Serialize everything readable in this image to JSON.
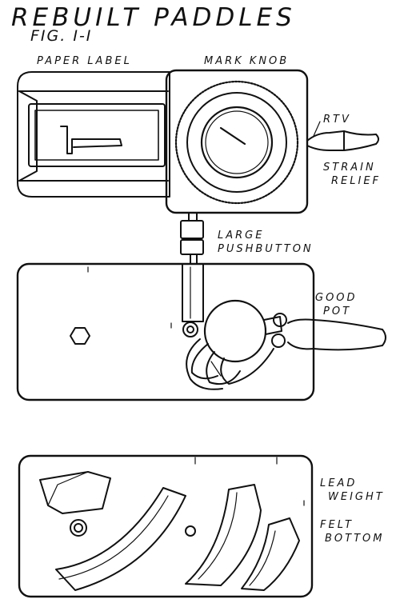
{
  "title": "REBUILT PADDLES",
  "figure": "FIG. I-I",
  "labels": {
    "paper_label": "PAPER LABEL",
    "mark_knob": "MARK KNOB",
    "rtv": "RTV",
    "strain_relief_1": "STRAIN",
    "strain_relief_2": "RELIEF",
    "large_pushbutton_1": "LARGE",
    "large_pushbutton_2": "PUSHBUTTON",
    "good_pot_1": "GOOD",
    "good_pot_2": "POT",
    "lead_weight_1": "LEAD",
    "lead_weight_2": "WEIGHT",
    "felt_bottom_1": "FELT",
    "felt_bottom_2": "BOTTOM"
  }
}
